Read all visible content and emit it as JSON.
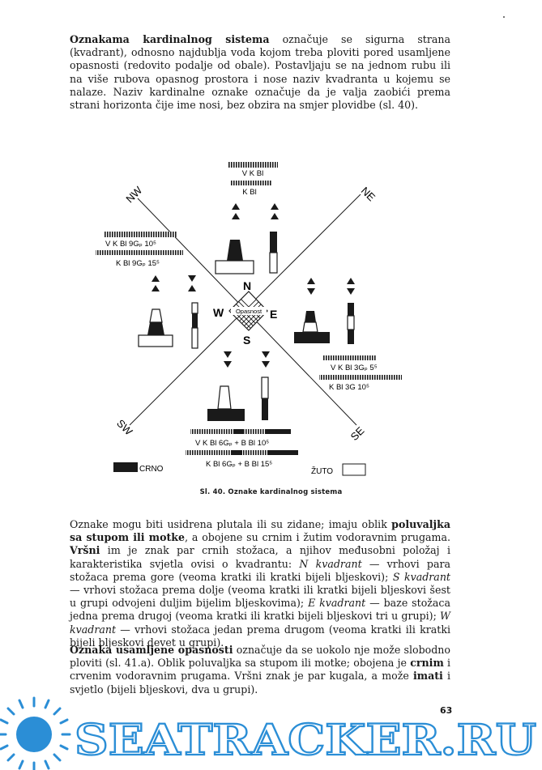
{
  "paragraph1": {
    "lead": "Oznakama kardinalnog sistema",
    "text": " označuje se sigurna strana (kvadrant), odnosno najdublja voda kojom treba ploviti pored usamljene opasnosti (redovito podalje od obale). Postavljaju se na jednom rubu ili na više rubova opasnog prostora i nose naziv kvadranta u kojemu se nalaze. Naziv kardinalne oznake označuje da je valja zaobići prema strani horizonta čije ime nosi, bez obzira na smjer plovidbe (sl. 40)."
  },
  "figure": {
    "directions": {
      "nw": "NW",
      "ne": "NE",
      "sw": "SW",
      "se": "SE"
    },
    "center": {
      "n": "N",
      "s": "S",
      "e": "E",
      "w": "W",
      "label": "Opasnost"
    },
    "north": {
      "light1": "V K Bl",
      "light2": "K Bl"
    },
    "west": {
      "light1": "V K Bl 9Gₚ 10⁵",
      "light2": "K Bl 9Gₚ 15⁵"
    },
    "east": {
      "light1": "V K Bl 3Gₚ 5⁵",
      "light2": "K Bl 3G 10⁵"
    },
    "south": {
      "light1": "V K Bl 6Gₚ + B Bl 10⁵",
      "light2": "K Bl 6Gₚ + B Bl 15⁵"
    },
    "legend": {
      "black": "CRNO",
      "yellow": "ŽUTO"
    },
    "colors": {
      "black": "#1a1a1a",
      "yellow": "#ffffff"
    }
  },
  "caption": "Sl. 40. Oznake kardinalnog sistema",
  "paragraph2": {
    "t1": "Oznake mogu biti usidrena plutala ili su zidane; imaju oblik ",
    "b1": "poluvaljka sa stupom ili motke",
    "t2": ", a obojene su crnim i žutim vodoravnim prugama. ",
    "b2": "Vršni",
    "t3": " im je znak par crnih stožaca, a njihov međusobni položaj i karakteristika svjetla ovisi o kvadrantu: ",
    "i1": "N kvadrant",
    "t4": " — vrhovi para stožaca prema gore (veoma kratki ili kratki bijeli bljeskovi); ",
    "i2": "S kvadrant",
    "t5": " — vrhovi stožaca prema dolje (veoma kratki ili kratki bijeli bljeskovi šest u grupi odvojeni duljim bijelim bljeskovima); ",
    "i3": "E kvadrant",
    "t6": " — baze stožaca jedna prema drugoj (veoma kratki ili kratki bijeli bljeskovi tri u grupi); ",
    "i4": "W kvadrant",
    "t7": " — vrhovi stožaca jedan prema drugom (veoma kratki ili kratki bijeli bljeskovi devet u grupi)."
  },
  "paragraph3": {
    "lead": "Oznaka usamljene opasnosti",
    "t1": " označuje da se uokolo nje može slobodno ploviti (sl. 41.a). Oblik poluvaljka sa stupom ili motke; obojena je ",
    "b1": "crnim",
    "t2": " i crvenim vodoravnim prugama. Vršni znak je par kugala, a može ",
    "b2": "imati",
    "t3": " i svjetlo (bijeli bljeskovi, dva u grupi)."
  },
  "page_number": "63",
  "watermark": "SEATRACKER.RU"
}
